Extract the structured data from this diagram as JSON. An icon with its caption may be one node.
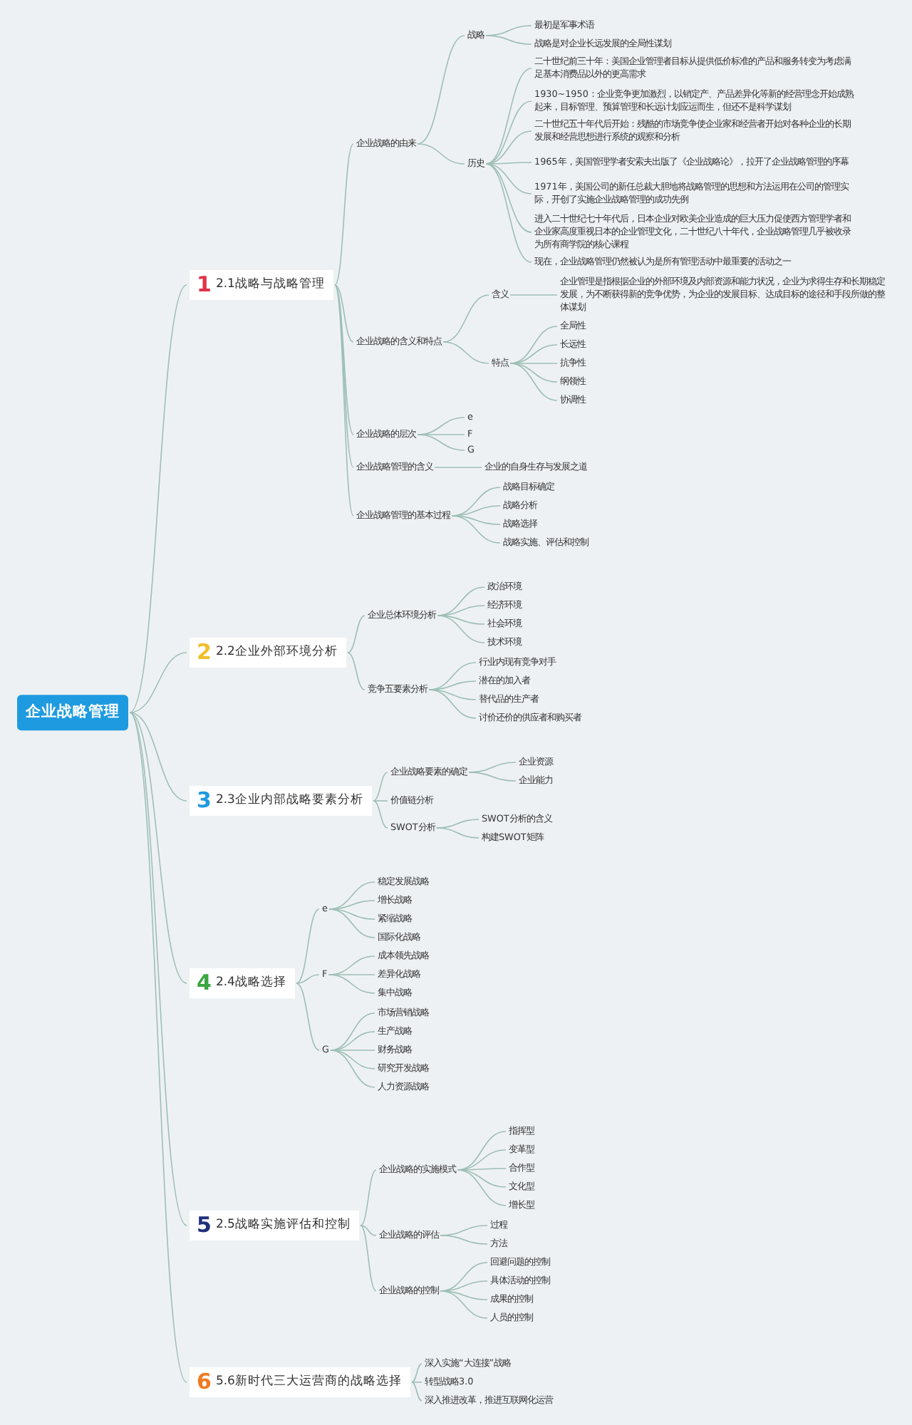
{
  "diagram": {
    "nodes": [
      {
        "text": [
          "企业战略管理"
        ]
      },
      {
        "text": [
          "1",
          "2.1战略与战略管理"
        ]
      },
      {
        "text": [
          "企业战略的由来"
        ]
      },
      {
        "text": [
          "战略"
        ]
      },
      {
        "text": [
          "最初是军事术语"
        ]
      },
      {
        "text": [
          "战略是对企业长远发展的全局性谋划"
        ]
      },
      {
        "text": [
          "历史"
        ]
      },
      {
        "text": [
          "二十世纪前三十年：美国企业管理者目标从提供低价标准的产品和服务转变为考虑满足基本消费品以外的更高需求"
        ]
      },
      {
        "text": [
          "1930~1950：企业竞争更加激烈，以销定产、产品差异化等新的经营理念开始成熟起来，目标管理、预算管理和长远计划应运而生，但还不是科学谋划"
        ]
      },
      {
        "text": [
          "二十世纪五十年代后开始：残酷的市场竞争使企业家和经营者开始对各种企业的长期发展和经营思想进行系统的观察和分析"
        ]
      },
      {
        "text": [
          "1965年，美国管理学者安索夫出版了《企业战略论》，拉开了企业战略管理的序幕"
        ]
      },
      {
        "text": [
          "1971年，美国公司的新任总裁大胆地将战略管理的思想和方法运用在公司的管理实际，开创了实施企业战略管理的成功先例"
        ]
      },
      {
        "text": [
          "进入二十世纪七十年代后，日本企业对欧美企业造成的巨大压力促使西方管理学者和企业家高度重视日本的企业管理文化，二十世纪八十年代，企业战略管理几乎被收录为所有商学院的核心课程"
        ]
      },
      {
        "text": [
          "现在，企业战略管理仍然被认为是所有管理活动中最重要的活动之一"
        ]
      },
      {
        "text": [
          "企业战略的含义和特点"
        ]
      },
      {
        "text": [
          "含义"
        ]
      },
      {
        "text": [
          "企业管理是指根据企业的外部环境及内部资源和能力状况，企业为求得生存和长期稳定发展，为不断获得新的竞争优势，为企业的发展目标、达成目标的途径和手段所做的整体谋划"
        ]
      },
      {
        "text": [
          "特点"
        ]
      },
      {
        "text": [
          "全局性"
        ]
      },
      {
        "text": [
          "长远性"
        ]
      },
      {
        "text": [
          "抗争性"
        ]
      },
      {
        "text": [
          "纲领性"
        ]
      },
      {
        "text": [
          "协调性"
        ]
      },
      {
        "text": [
          "企业战略的层次"
        ]
      },
      {
        "text": [
          "e"
        ]
      },
      {
        "text": [
          "F"
        ]
      },
      {
        "text": [
          "G"
        ]
      },
      {
        "text": [
          "企业战略管理的含义"
        ]
      },
      {
        "text": [
          "企业的自身生存与发展之道"
        ]
      },
      {
        "text": [
          "企业战略管理的基本过程"
        ]
      },
      {
        "text": [
          "战略目标确定"
        ]
      },
      {
        "text": [
          "战略分析"
        ]
      },
      {
        "text": [
          "战略选择"
        ]
      },
      {
        "text": [
          "战略实施、评估和控制"
        ]
      },
      {
        "text": [
          "2",
          "2.2企业外部环境分析"
        ]
      },
      {
        "text": [
          "企业总体环境分析"
        ]
      },
      {
        "text": [
          "政治环境"
        ]
      },
      {
        "text": [
          "经济环境"
        ]
      },
      {
        "text": [
          "社会环境"
        ]
      },
      {
        "text": [
          "技术环境"
        ]
      },
      {
        "text": [
          "竞争五要素分析"
        ]
      },
      {
        "text": [
          "行业内现有竞争对手"
        ]
      },
      {
        "text": [
          "潜在的加入者"
        ]
      },
      {
        "text": [
          "替代品的生产者"
        ]
      },
      {
        "text": [
          "讨价还价的供应者和购买者"
        ]
      },
      {
        "text": [
          "3",
          "2.3企业内部战略要素分析"
        ]
      },
      {
        "text": [
          "企业战略要素的确定"
        ]
      },
      {
        "text": [
          "企业资源"
        ]
      },
      {
        "text": [
          "企业能力"
        ]
      },
      {
        "text": [
          "价值链分析"
        ]
      },
      {
        "text": [
          "SWOT分析"
        ]
      },
      {
        "text": [
          "SWOT分析的含义"
        ]
      },
      {
        "text": [
          "构建SWOT矩阵"
        ]
      },
      {
        "text": [
          "4",
          "2.4战略选择"
        ]
      },
      {
        "text": [
          "e"
        ]
      },
      {
        "text": [
          "稳定发展战略"
        ]
      },
      {
        "text": [
          "增长战略"
        ]
      },
      {
        "text": [
          "紧缩战略"
        ]
      },
      {
        "text": [
          "国际化战略"
        ]
      },
      {
        "text": [
          "F"
        ]
      },
      {
        "text": [
          "成本领先战略"
        ]
      },
      {
        "text": [
          "差异化战略"
        ]
      },
      {
        "text": [
          "集中战略"
        ]
      },
      {
        "text": [
          "G"
        ]
      },
      {
        "text": [
          "市场营销战略"
        ]
      },
      {
        "text": [
          "生产战略"
        ]
      },
      {
        "text": [
          "财务战略"
        ]
      },
      {
        "text": [
          "研究开发战略"
        ]
      },
      {
        "text": [
          "人力资源战略"
        ]
      },
      {
        "text": [
          "5",
          "2.5战略实施评估和控制"
        ]
      },
      {
        "text": [
          "企业战略的实施模式"
        ]
      },
      {
        "text": [
          "指挥型"
        ]
      },
      {
        "text": [
          "变革型"
        ]
      },
      {
        "text": [
          "合作型"
        ]
      },
      {
        "text": [
          "文化型"
        ]
      },
      {
        "text": [
          "增长型"
        ]
      },
      {
        "text": [
          "企业战略的评估"
        ]
      },
      {
        "text": [
          "过程"
        ]
      },
      {
        "text": [
          "方法"
        ]
      },
      {
        "text": [
          "企业战略的控制"
        ]
      },
      {
        "text": [
          "回避问题的控制"
        ]
      },
      {
        "text": [
          "具体活动的控制"
        ]
      },
      {
        "text": [
          "成果的控制"
        ]
      },
      {
        "text": [
          "人员的控制"
        ]
      },
      {
        "text": [
          "6",
          "5.6新时代三大运营商的战略选择"
        ]
      },
      {
        "text": [
          "深入实施“大连接”战略"
        ]
      },
      {
        "text": [
          "转型战略3.0"
        ]
      },
      {
        "text": [
          "深入推进改革，推进互联网化运营"
        ]
      }
    ],
    "edges": [
      {
        "from": 0,
        "to": 1,
        "arrow": "none"
      },
      {
        "from": 0,
        "to": 34,
        "arrow": "none"
      },
      {
        "from": 0,
        "to": 45,
        "arrow": "none"
      },
      {
        "from": 0,
        "to": 53,
        "arrow": "none"
      },
      {
        "from": 0,
        "to": 69,
        "arrow": "none"
      },
      {
        "from": 0,
        "to": 84,
        "arrow": "none"
      },
      {
        "from": 1,
        "to": 2,
        "arrow": "none"
      },
      {
        "from": 1,
        "to": 14,
        "arrow": "none"
      },
      {
        "from": 1,
        "to": 23,
        "arrow": "none"
      },
      {
        "from": 1,
        "to": 27,
        "arrow": "none"
      },
      {
        "from": 1,
        "to": 29,
        "arrow": "none"
      },
      {
        "from": 2,
        "to": 3,
        "arrow": "none"
      },
      {
        "from": 2,
        "to": 6,
        "arrow": "none"
      },
      {
        "from": 3,
        "to": 4,
        "arrow": "none"
      },
      {
        "from": 3,
        "to": 5,
        "arrow": "none"
      },
      {
        "from": 6,
        "to": 7,
        "arrow": "none"
      },
      {
        "from": 6,
        "to": 8,
        "arrow": "none"
      },
      {
        "from": 6,
        "to": 9,
        "arrow": "none"
      },
      {
        "from": 6,
        "to": 10,
        "arrow": "none"
      },
      {
        "from": 6,
        "to": 11,
        "arrow": "none"
      },
      {
        "from": 6,
        "to": 12,
        "arrow": "none"
      },
      {
        "from": 6,
        "to": 13,
        "arrow": "none"
      },
      {
        "from": 14,
        "to": 15,
        "arrow": "none"
      },
      {
        "from": 14,
        "to": 17,
        "arrow": "none"
      },
      {
        "from": 15,
        "to": 16,
        "arrow": "none"
      },
      {
        "from": 17,
        "to": 18,
        "arrow": "none"
      },
      {
        "from": 17,
        "to": 19,
        "arrow": "none"
      },
      {
        "from": 17,
        "to": 20,
        "arrow": "none"
      },
      {
        "from": 17,
        "to": 21,
        "arrow": "none"
      },
      {
        "from": 17,
        "to": 22,
        "arrow": "none"
      },
      {
        "from": 23,
        "to": 24,
        "arrow": "none"
      },
      {
        "from": 23,
        "to": 25,
        "arrow": "none"
      },
      {
        "from": 23,
        "to": 26,
        "arrow": "none"
      },
      {
        "from": 27,
        "to": 28,
        "arrow": "none"
      },
      {
        "from": 29,
        "to": 30,
        "arrow": "none"
      },
      {
        "from": 29,
        "to": 31,
        "arrow": "none"
      },
      {
        "from": 29,
        "to": 32,
        "arrow": "none"
      },
      {
        "from": 29,
        "to": 33,
        "arrow": "none"
      },
      {
        "from": 34,
        "to": 35,
        "arrow": "none"
      },
      {
        "from": 34,
        "to": 40,
        "arrow": "none"
      },
      {
        "from": 35,
        "to": 36,
        "arrow": "none"
      },
      {
        "from": 35,
        "to": 37,
        "arrow": "none"
      },
      {
        "from": 35,
        "to": 38,
        "arrow": "none"
      },
      {
        "from": 35,
        "to": 39,
        "arrow": "none"
      },
      {
        "from": 40,
        "to": 41,
        "arrow": "none"
      },
      {
        "from": 40,
        "to": 42,
        "arrow": "none"
      },
      {
        "from": 40,
        "to": 43,
        "arrow": "none"
      },
      {
        "from": 40,
        "to": 44,
        "arrow": "none"
      },
      {
        "from": 45,
        "to": 46,
        "arrow": "none"
      },
      {
        "from": 45,
        "to": 49,
        "arrow": "none"
      },
      {
        "from": 45,
        "to": 50,
        "arrow": "none"
      },
      {
        "from": 46,
        "to": 47,
        "arrow": "none"
      },
      {
        "from": 46,
        "to": 48,
        "arrow": "none"
      },
      {
        "from": 50,
        "to": 51,
        "arrow": "none"
      },
      {
        "from": 50,
        "to": 52,
        "arrow": "none"
      },
      {
        "from": 53,
        "to": 54,
        "arrow": "none"
      },
      {
        "from": 53,
        "to": 59,
        "arrow": "none"
      },
      {
        "from": 53,
        "to": 63,
        "arrow": "none"
      },
      {
        "from": 54,
        "to": 55,
        "arrow": "none"
      },
      {
        "from": 54,
        "to": 56,
        "arrow": "none"
      },
      {
        "from": 54,
        "to": 57,
        "arrow": "none"
      },
      {
        "from": 54,
        "to": 58,
        "arrow": "none"
      },
      {
        "from": 59,
        "to": 60,
        "arrow": "none"
      },
      {
        "from": 59,
        "to": 61,
        "arrow": "none"
      },
      {
        "from": 59,
        "to": 62,
        "arrow": "none"
      },
      {
        "from": 63,
        "to": 64,
        "arrow": "none"
      },
      {
        "from": 63,
        "to": 65,
        "arrow": "none"
      },
      {
        "from": 63,
        "to": 66,
        "arrow": "none"
      },
      {
        "from": 63,
        "to": 67,
        "arrow": "none"
      },
      {
        "from": 63,
        "to": 68,
        "arrow": "none"
      },
      {
        "from": 69,
        "to": 70,
        "arrow": "none"
      },
      {
        "from": 69,
        "to": 76,
        "arrow": "none"
      },
      {
        "from": 69,
        "to": 79,
        "arrow": "none"
      },
      {
        "from": 70,
        "to": 71,
        "arrow": "none"
      },
      {
        "from": 70,
        "to": 72,
        "arrow": "none"
      },
      {
        "from": 70,
        "to": 73,
        "arrow": "none"
      },
      {
        "from": 70,
        "to": 74,
        "arrow": "none"
      },
      {
        "from": 70,
        "to": 75,
        "arrow": "none"
      },
      {
        "from": 76,
        "to": 77,
        "arrow": "none"
      },
      {
        "from": 76,
        "to": 78,
        "arrow": "none"
      },
      {
        "from": 79,
        "to": 80,
        "arrow": "none"
      },
      {
        "from": 79,
        "to": 81,
        "arrow": "none"
      },
      {
        "from": 79,
        "to": 82,
        "arrow": "none"
      },
      {
        "from": 79,
        "to": 83,
        "arrow": "none"
      },
      {
        "from": 84,
        "to": 85,
        "arrow": "none"
      },
      {
        "from": 84,
        "to": 86,
        "arrow": "none"
      },
      {
        "from": 84,
        "to": 87,
        "arrow": "none"
      }
    ]
  }
}
